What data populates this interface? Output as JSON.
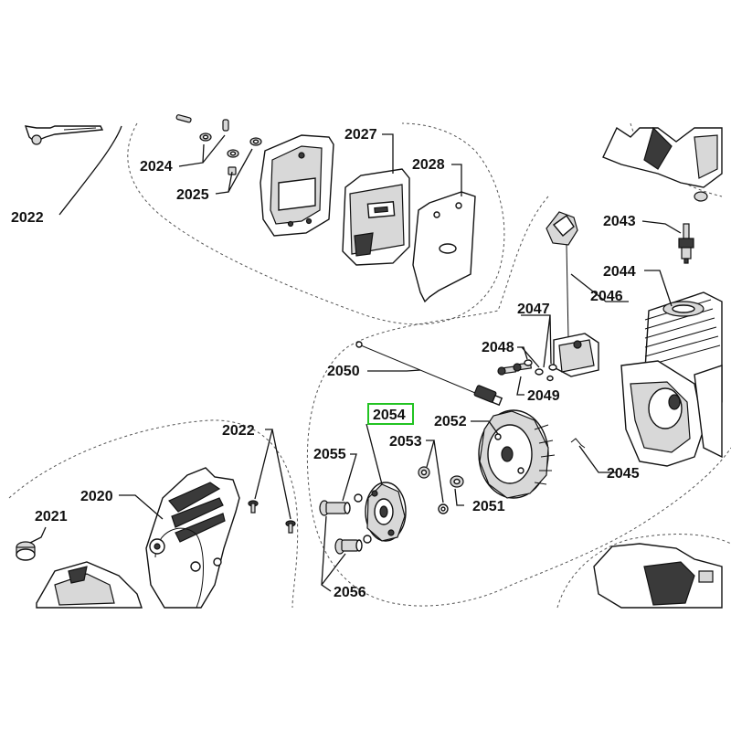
{
  "highlighted_part": "2054",
  "highlight_color": "#22c322",
  "labels": {
    "p2020": "2020",
    "p2021": "2021",
    "p2022a": "2022",
    "p2022b": "2022",
    "p2024": "2024",
    "p2025": "2025",
    "p2027": "2027",
    "p2028": "2028",
    "p2043": "2043",
    "p2044": "2044",
    "p2045": "2045",
    "p2046": "2046",
    "p2047": "2047",
    "p2048": "2048",
    "p2049": "2049",
    "p2050": "2050",
    "p2051": "2051",
    "p2052": "2052",
    "p2053": "2053",
    "p2054": "2054",
    "p2055": "2055",
    "p2056": "2056"
  }
}
